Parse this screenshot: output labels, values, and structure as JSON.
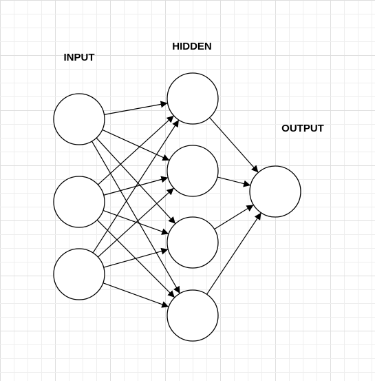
{
  "diagram": {
    "labels": {
      "input": "INPUT",
      "hidden": "HIDDEN",
      "output": "OUTPUT"
    },
    "layers": {
      "input": [
        "i1",
        "i2",
        "i3"
      ],
      "hidden": [
        "h1",
        "h2",
        "h3",
        "h4"
      ],
      "output": [
        "o1"
      ]
    },
    "edges": [
      [
        "i1",
        "h1"
      ],
      [
        "i1",
        "h2"
      ],
      [
        "i1",
        "h3"
      ],
      [
        "i1",
        "h4"
      ],
      [
        "i2",
        "h1"
      ],
      [
        "i2",
        "h2"
      ],
      [
        "i2",
        "h3"
      ],
      [
        "i2",
        "h4"
      ],
      [
        "i3",
        "h1"
      ],
      [
        "i3",
        "h2"
      ],
      [
        "i3",
        "h3"
      ],
      [
        "i3",
        "h4"
      ],
      [
        "h1",
        "o1"
      ],
      [
        "h2",
        "o1"
      ],
      [
        "h3",
        "o1"
      ],
      [
        "h4",
        "o1"
      ]
    ],
    "colors": {
      "background": "#ffffff",
      "stroke": "#000000",
      "grid": "#e6e6e6"
    },
    "edge_style": "directed-arrow"
  }
}
